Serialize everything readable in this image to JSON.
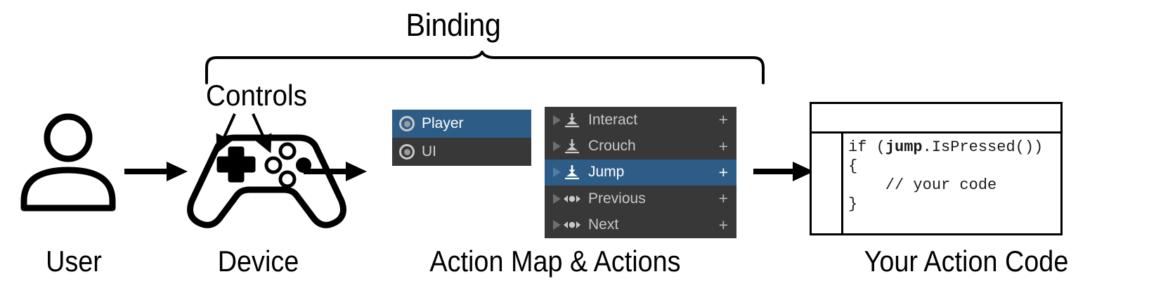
{
  "diagram": {
    "title": "Binding",
    "controls_label": "Controls",
    "captions": {
      "user": "User",
      "device": "Device",
      "action_map": "Action Map & Actions",
      "code": "Your Action Code"
    },
    "colors": {
      "selection_blue": "#2D5D87",
      "panel_dark": "#383838",
      "text_light": "#C8C8C8",
      "foreground": "#000000",
      "background": "#FFFFFF"
    }
  },
  "action_map_panel": {
    "rows": [
      {
        "label": "Player",
        "icon": "input-action-asset-icon",
        "selected": true
      },
      {
        "label": "UI",
        "icon": "input-action-asset-icon",
        "selected": false
      }
    ]
  },
  "actions_panel": {
    "add_label": "+",
    "rows": [
      {
        "label": "Interact",
        "icon": "button-action-icon",
        "selected": false,
        "add": "+",
        "foldout": "collapsed"
      },
      {
        "label": "Crouch",
        "icon": "button-action-icon",
        "selected": false,
        "add": "+",
        "foldout": "collapsed"
      },
      {
        "label": "Jump",
        "icon": "button-action-icon",
        "selected": true,
        "add": "+",
        "foldout": "collapsed"
      },
      {
        "label": "Previous",
        "icon": "axis-action-icon",
        "selected": false,
        "add": "+",
        "foldout": "collapsed"
      },
      {
        "label": "Next",
        "icon": "axis-action-icon",
        "selected": false,
        "add": "+",
        "foldout": "collapsed"
      }
    ]
  },
  "code_window": {
    "lines": [
      "if (jump.IsPressed())",
      "{",
      "    // your code",
      "}"
    ],
    "bold_token": "jump"
  }
}
